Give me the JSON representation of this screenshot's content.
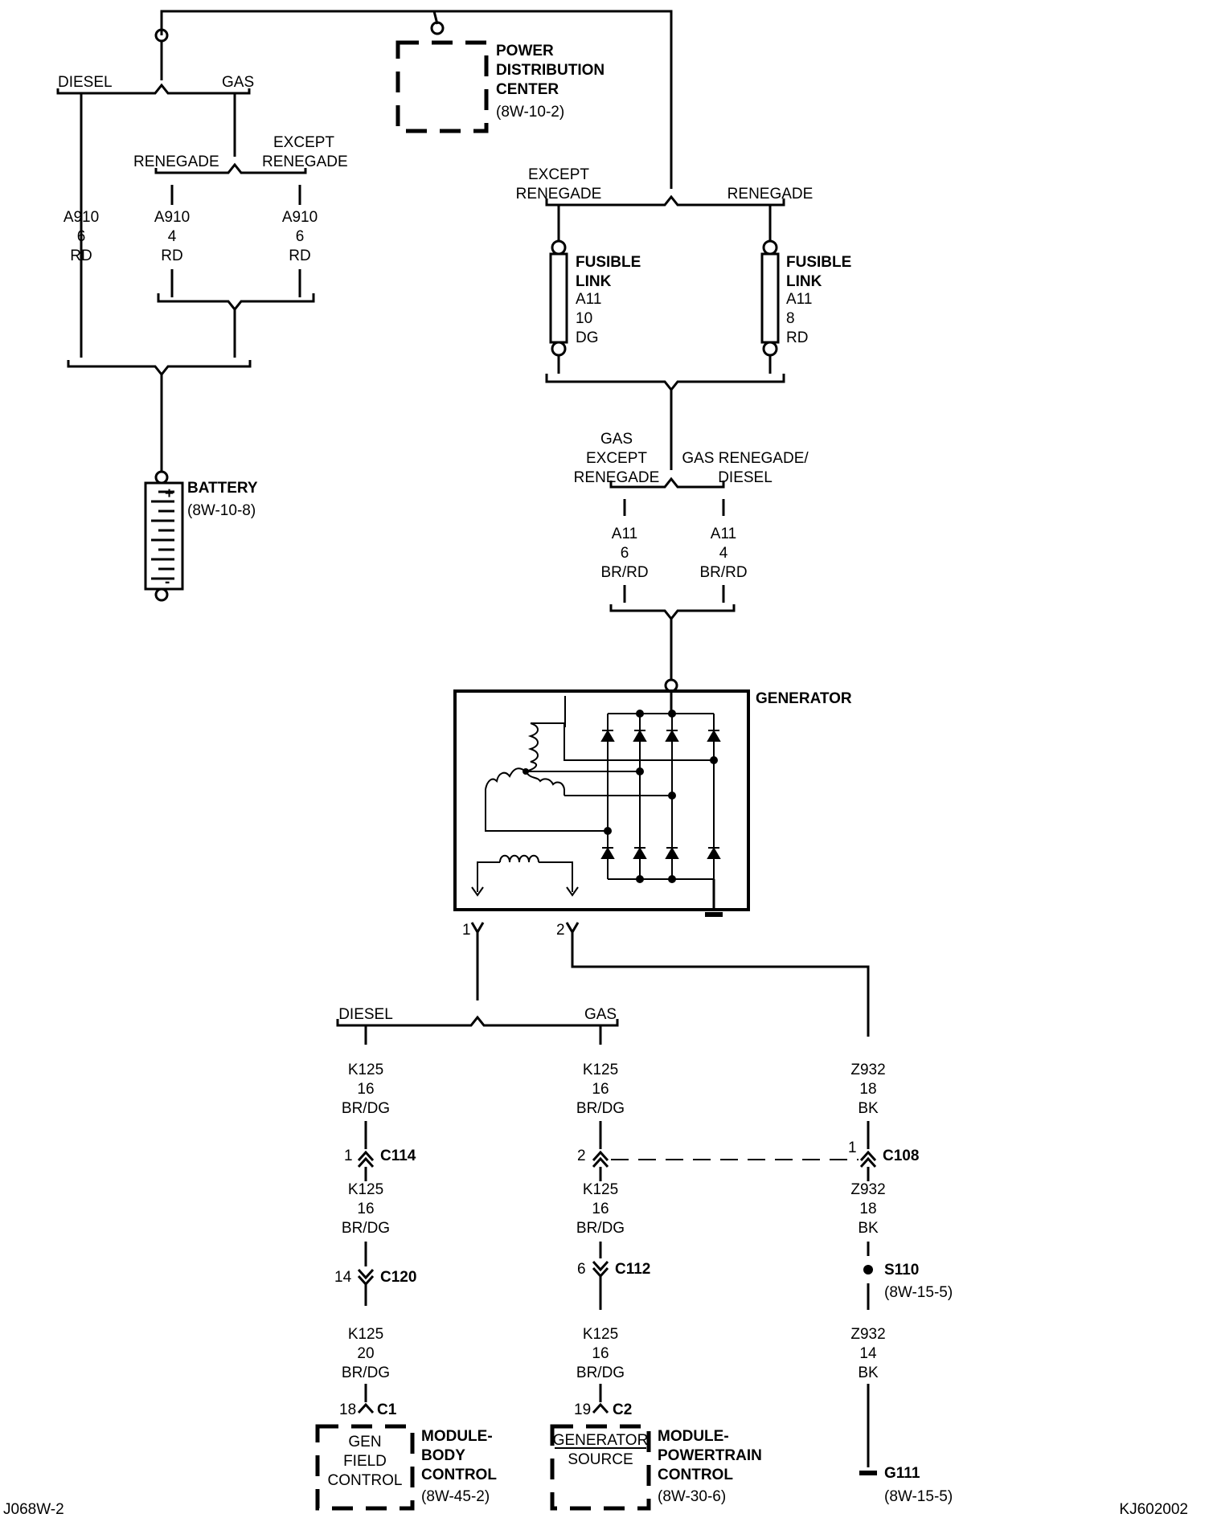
{
  "top_split": {
    "left": "DIESEL",
    "right": "GAS"
  },
  "renegade_split": {
    "left": "RENEGADE",
    "right_l1": "EXCEPT",
    "right_l2": "RENEGADE"
  },
  "a910_wires": [
    {
      "circuit": "A910",
      "gauge": "6",
      "color": "RD"
    },
    {
      "circuit": "A910",
      "gauge": "4",
      "color": "RD"
    },
    {
      "circuit": "A910",
      "gauge": "6",
      "color": "RD"
    }
  ],
  "pdc": {
    "l1": "POWER",
    "l2": "DISTRIBUTION",
    "l3": "CENTER",
    "ref": "(8W-10-2)"
  },
  "fusible_split": {
    "left_l1": "EXCEPT",
    "left_l2": "RENEGADE",
    "right": "RENEGADE"
  },
  "fusible_links": [
    {
      "l1": "FUSIBLE",
      "l2": "LINK",
      "circuit": "A11",
      "gauge": "10",
      "color": "DG"
    },
    {
      "l1": "FUSIBLE",
      "l2": "LINK",
      "circuit": "A11",
      "gauge": "8",
      "color": "RD"
    }
  ],
  "battery": {
    "name": "BATTERY",
    "ref": "(8W-10-8)",
    "plus": "+",
    "minus": "-"
  },
  "gen_split": {
    "left_l1": "GAS",
    "left_l2": "EXCEPT",
    "left_l3": "RENEGADE",
    "right_l1": "GAS RENEGADE/",
    "right_l2": "DIESEL"
  },
  "a11_wires": [
    {
      "circuit": "A11",
      "gauge": "6",
      "color": "BR/RD"
    },
    {
      "circuit": "A11",
      "gauge": "4",
      "color": "BR/RD"
    }
  ],
  "generator": {
    "name": "GENERATOR",
    "pin1": "1",
    "pin2": "2"
  },
  "lower_split": {
    "left": "DIESEL",
    "right": "GAS"
  },
  "diesel_branch": {
    "wire1": {
      "circuit": "K125",
      "gauge": "16",
      "color": "BR/DG"
    },
    "conn1": {
      "pin": "1",
      "name": "C114"
    },
    "wire2": {
      "circuit": "K125",
      "gauge": "16",
      "color": "BR/DG"
    },
    "conn2": {
      "pin": "14",
      "name": "C120"
    },
    "wire3": {
      "circuit": "K125",
      "gauge": "20",
      "color": "BR/DG"
    },
    "conn3": {
      "pin": "18",
      "name": "C1"
    },
    "module_inner": [
      "GEN",
      "FIELD",
      "CONTROL"
    ],
    "module_name": [
      "MODULE-",
      "BODY",
      "CONTROL"
    ],
    "module_ref": "(8W-45-2)"
  },
  "gas_branch": {
    "wire1": {
      "circuit": "K125",
      "gauge": "16",
      "color": "BR/DG"
    },
    "conn1": {
      "pin": "2"
    },
    "wire2": {
      "circuit": "K125",
      "gauge": "16",
      "color": "BR/DG"
    },
    "conn2": {
      "pin": "6",
      "name": "C112"
    },
    "wire3": {
      "circuit": "K125",
      "gauge": "16",
      "color": "BR/DG"
    },
    "conn3": {
      "pin": "19",
      "name": "C2"
    },
    "module_inner": [
      "GENERATOR",
      "SOURCE"
    ],
    "module_name": [
      "MODULE-",
      "POWERTRAIN",
      "CONTROL"
    ],
    "module_ref": "(8W-30-6)"
  },
  "ground_branch": {
    "wire1": {
      "circuit": "Z932",
      "gauge": "18",
      "color": "BK"
    },
    "conn1": {
      "pin": "1",
      "name": "C108"
    },
    "wire2": {
      "circuit": "Z932",
      "gauge": "18",
      "color": "BK"
    },
    "splice": {
      "name": "S110",
      "ref": "(8W-15-5)"
    },
    "wire3": {
      "circuit": "Z932",
      "gauge": "14",
      "color": "BK"
    },
    "ground": {
      "name": "G111",
      "ref": "(8W-15-5)"
    }
  },
  "footer": {
    "left": "J068W-2",
    "right": "KJ602002"
  }
}
